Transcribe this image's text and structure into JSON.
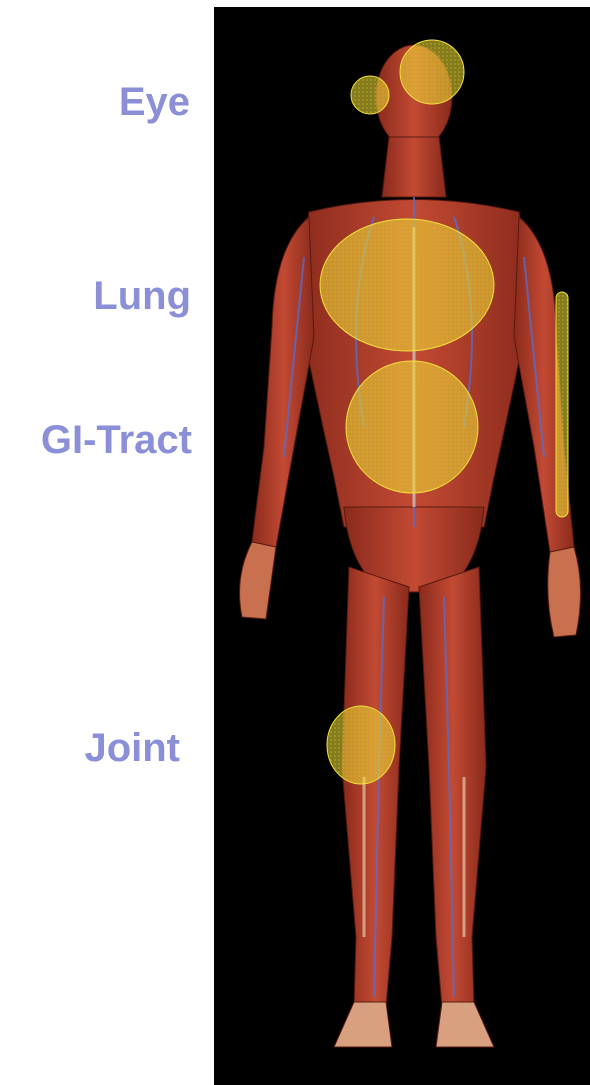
{
  "labels": {
    "eye": "Eye",
    "lung": "Lung",
    "gi_tract": "GI-Tract",
    "joint": "Joint"
  },
  "colors": {
    "label_text": "#8a8fd8",
    "background": "#000000",
    "muscle": "#b8452f",
    "muscle_dark": "#8a2a1c",
    "tendon": "#e8c9a8",
    "vein": "#5a6bc8",
    "highlight": "#f2e23a"
  },
  "figure": {
    "subject": "anatomical-muscle-figure",
    "highlighted_regions": [
      "eye",
      "lung",
      "gi-tract",
      "joint",
      "arm-nerve"
    ]
  }
}
